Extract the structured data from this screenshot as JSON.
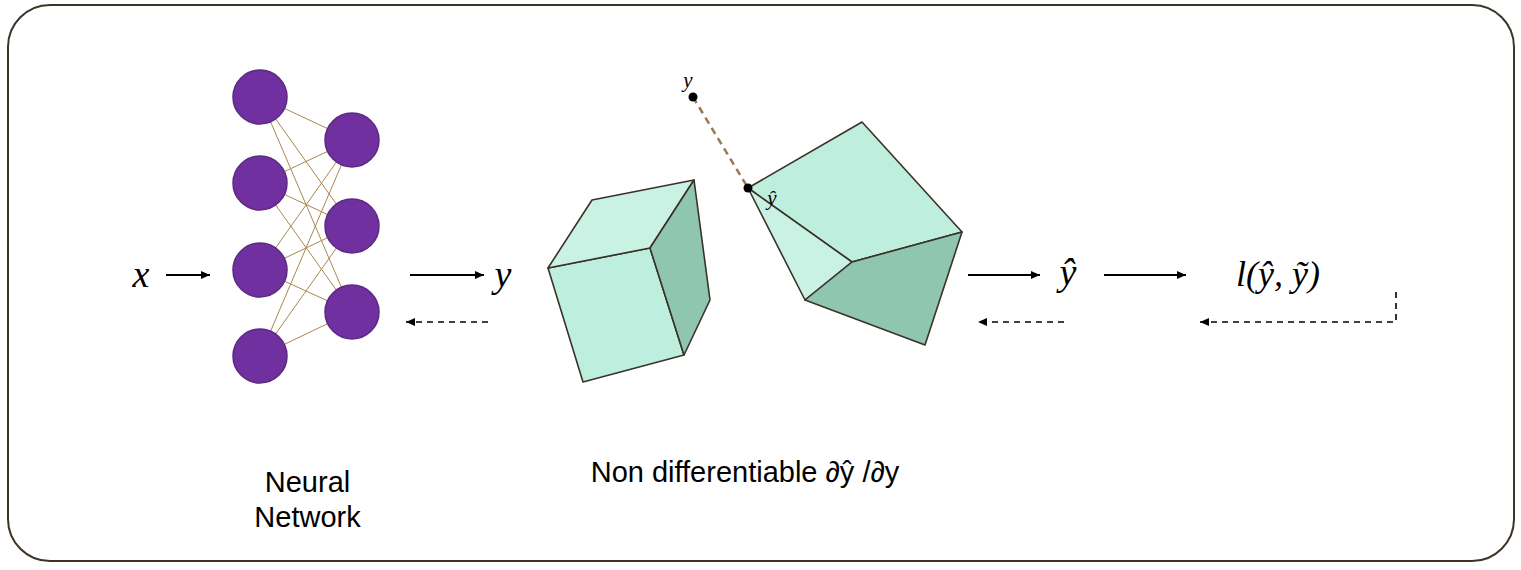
{
  "diagram": {
    "nodes": [
      {
        "text": [
          "Neural Network"
        ]
      }
    ],
    "labels": [
      "x",
      "y",
      "y",
      "ŷ",
      "ŷ",
      "l(ŷ, ỹ)",
      "Non differentiable ∂ŷ /∂y"
    ]
  }
}
